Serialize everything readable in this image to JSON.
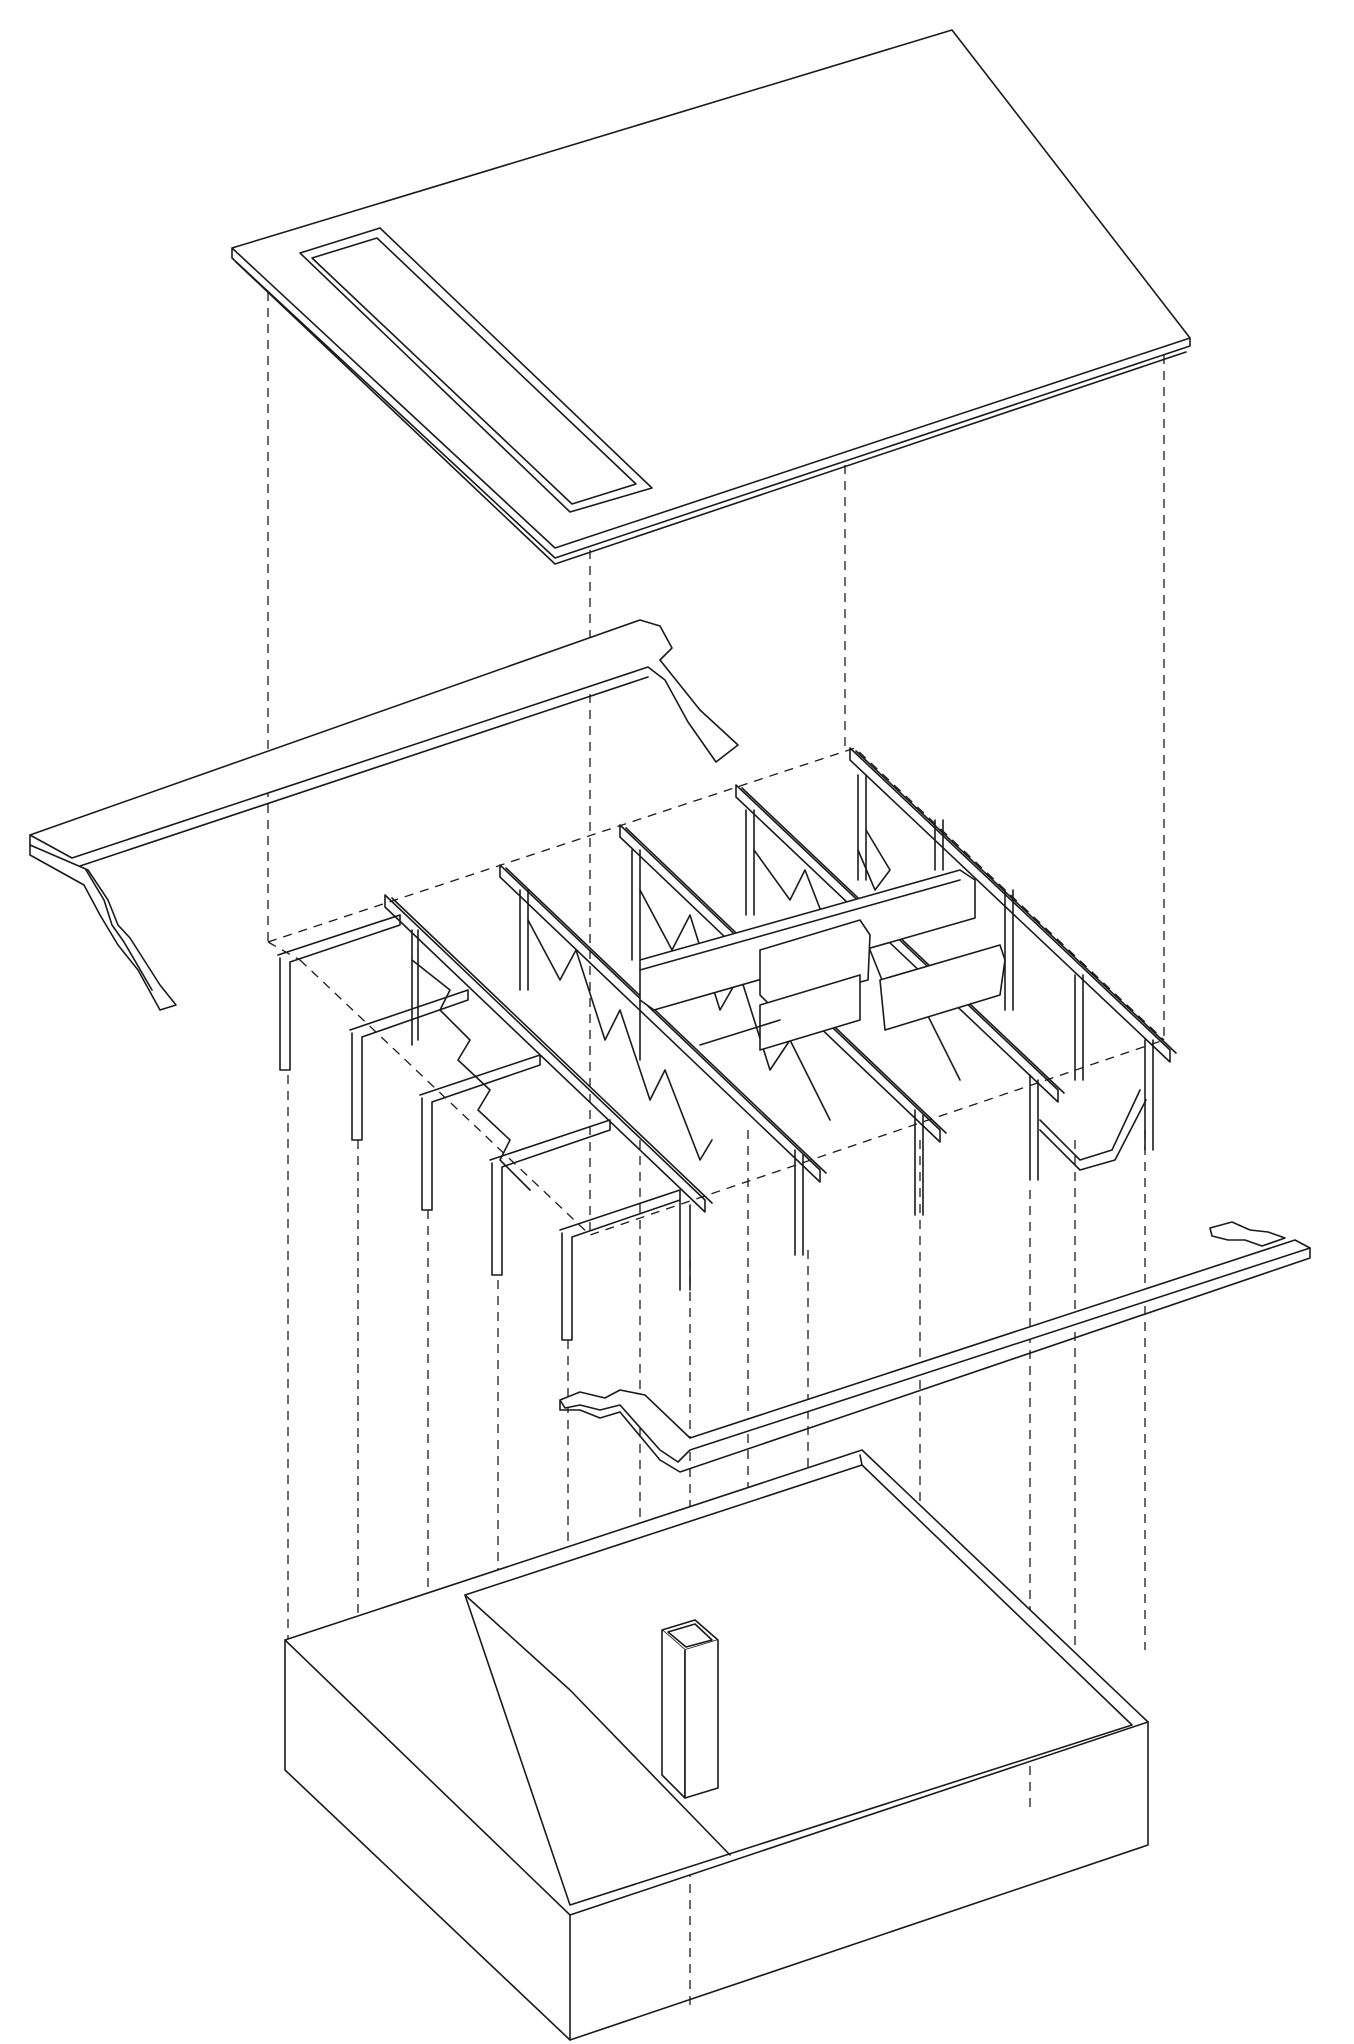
{
  "diagram": {
    "type": "exploded-axonometric",
    "components": [
      {
        "name": "roof-slab",
        "feature": "skylight-opening"
      },
      {
        "name": "upper-rear-edge-beam"
      },
      {
        "name": "roof-truss-frame",
        "truss_lines": 6
      },
      {
        "name": "upper-front-edge-beam"
      },
      {
        "name": "foundation-tub",
        "feature": "column"
      }
    ],
    "colors": {
      "line": "#1a1a1a",
      "background": "#ffffff"
    },
    "texts": []
  }
}
